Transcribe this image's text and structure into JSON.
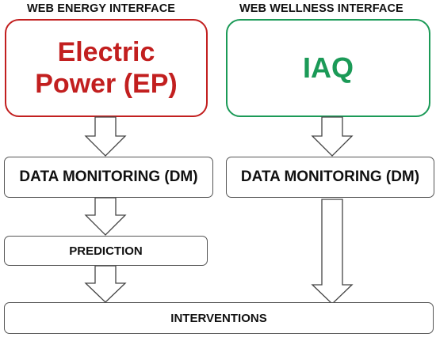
{
  "headers": {
    "left": "WEB ENERGY INTERFACE",
    "right": "WEB WELLNESS INTERFACE"
  },
  "sources": {
    "left": {
      "line1": "Electric",
      "line2": "Power (EP)",
      "color": "#c21f1f"
    },
    "right": {
      "label": "IAQ",
      "color": "#1b9a57"
    }
  },
  "steps": {
    "data_monitoring_left": "DATA MONITORING (DM)",
    "data_monitoring_right": "DATA MONITORING (DM)",
    "prediction": "PREDICTION",
    "interventions": "INTERVENTIONS"
  }
}
